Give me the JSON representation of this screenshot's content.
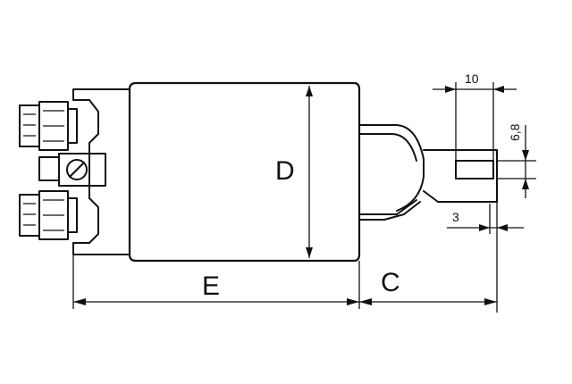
{
  "labels": {
    "diameter": "D",
    "body_length": "E",
    "plunger_length": "C"
  },
  "dimensions": {
    "slot_width": "10",
    "slot_height": "6,8",
    "wall": "3"
  }
}
